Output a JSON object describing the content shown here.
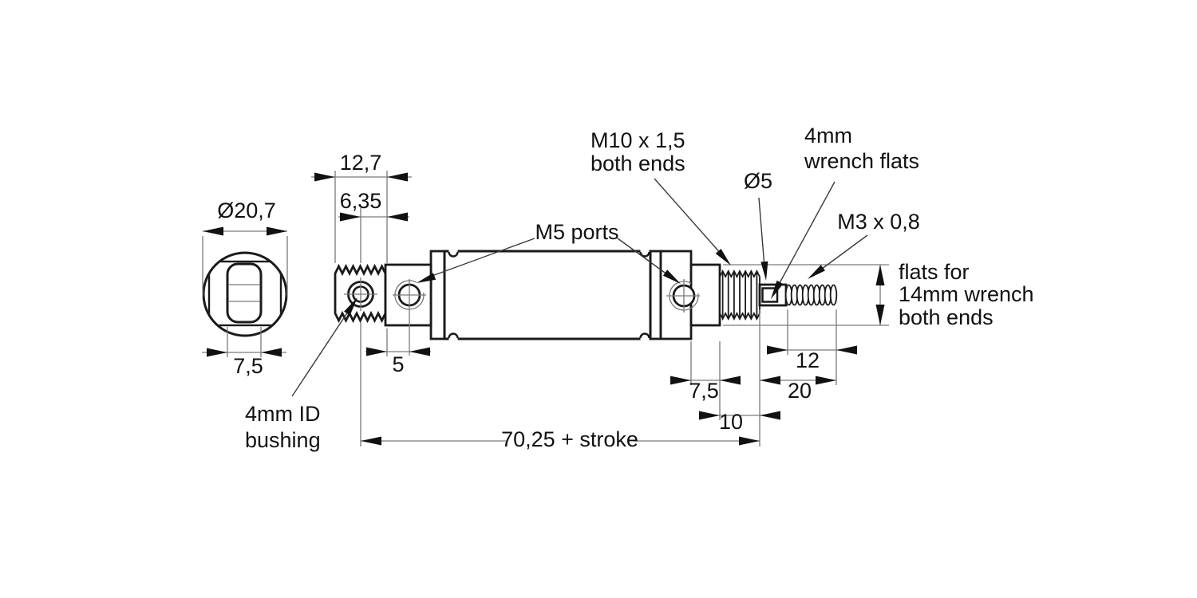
{
  "drawing": {
    "background": "#ffffff",
    "line_color": "#1a1a1a",
    "dim_line_color": "#7a7a7a",
    "end_view": {
      "diameter": "Ø20,7",
      "slot_width": "7,5"
    },
    "dimensions": {
      "rear_block_width": "12,7",
      "rear_hole_offset": "6,35",
      "port_offset": "5",
      "cap_flat_length": "7,5",
      "m10_thread_length": "10",
      "m3_thread_length": "12",
      "rod_extension": "20",
      "overall_length": "70,25 + stroke"
    },
    "annotations": {
      "m5_ports": "M5 ports",
      "m10_thread_line1": "M10 x 1,5",
      "m10_thread_line2": "both ends",
      "rod_diameter": "Ø5",
      "rod_flats_line1": "4mm",
      "rod_flats_line2": "wrench flats",
      "m3_thread": "M3 x 0,8",
      "cap_flats_line1": "flats for",
      "cap_flats_line2": "14mm wrench",
      "cap_flats_line3": "both ends",
      "bushing_line1": "4mm ID",
      "bushing_line2": "bushing"
    }
  }
}
